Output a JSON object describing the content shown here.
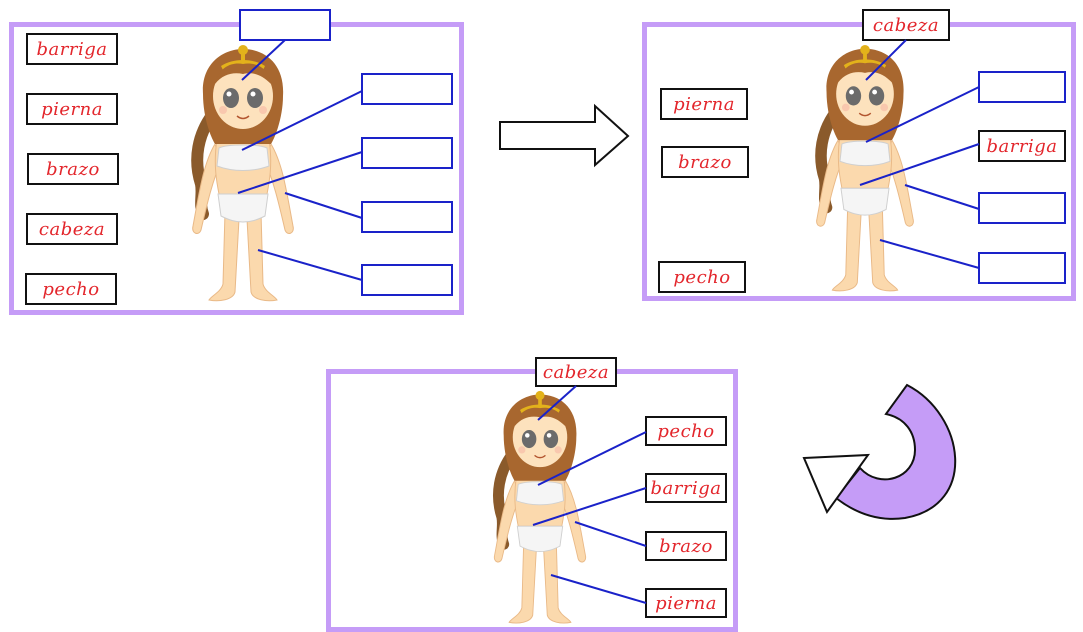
{
  "colors": {
    "panel_border": "#c59cf7",
    "line": "#1a22c9",
    "word": "#e3262c",
    "arrow_fill": "#c59cf7"
  },
  "icons": {
    "arrow_right": "arrow-right-icon",
    "curved_arrow": "curved-arrow-icon",
    "girl": "girl-figure-icon"
  },
  "panel1": {
    "words": [
      "barriga",
      "pierna",
      "brazo",
      "cabeza",
      "pecho"
    ]
  },
  "panel2": {
    "words": [
      "pierna",
      "brazo",
      "pecho"
    ],
    "placed": {
      "cabeza": "cabeza",
      "barriga": "barriga"
    }
  },
  "panel3": {
    "placed": {
      "cabeza": "cabeza",
      "pecho": "pecho",
      "barriga": "barriga",
      "brazo": "brazo",
      "pierna": "pierna"
    }
  }
}
